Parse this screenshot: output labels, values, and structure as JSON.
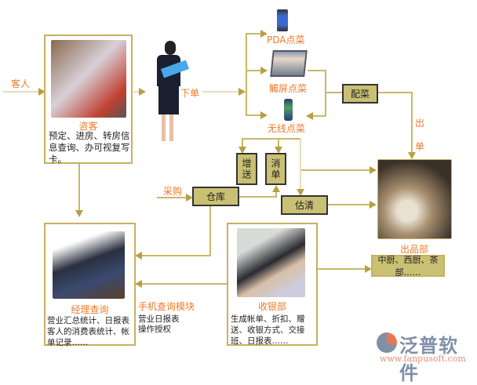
{
  "guest_label": "客人",
  "reception": {
    "title": "咨客",
    "desc": "预定、进房、转房信息查询、办可视复写卡。"
  },
  "order_label": "下单",
  "ordering": [
    {
      "label": "PDA点菜",
      "icon": "pda-icon"
    },
    {
      "label": "觸屏点菜",
      "icon": "touchscreen-icon"
    },
    {
      "label": "无线点菜",
      "icon": "mobile-phone-icon"
    }
  ],
  "side_dish": "配菜",
  "out_order": [
    "出",
    "单"
  ],
  "gift": "增送",
  "cancel": "消单",
  "purchase_label": "采购",
  "warehouse": "仓库",
  "sold_out": "估清",
  "kitchen": {
    "title": "出品部",
    "desc": "中厨、西厨、茶部……"
  },
  "manager": {
    "title": "经理查询",
    "desc": "营业汇总统计、日报表客人的消费表统计、帐单记录……"
  },
  "mobile_module": {
    "title": "手机查询模块",
    "lines": [
      "营业日报表",
      "操作授权"
    ]
  },
  "cashier": {
    "title": "收银部",
    "desc": "生成帐单、折扣、赠送、收银方式、交接班、日报表……"
  },
  "logo": {
    "name": "泛普软件",
    "url": "www.fanpusoft.com"
  }
}
